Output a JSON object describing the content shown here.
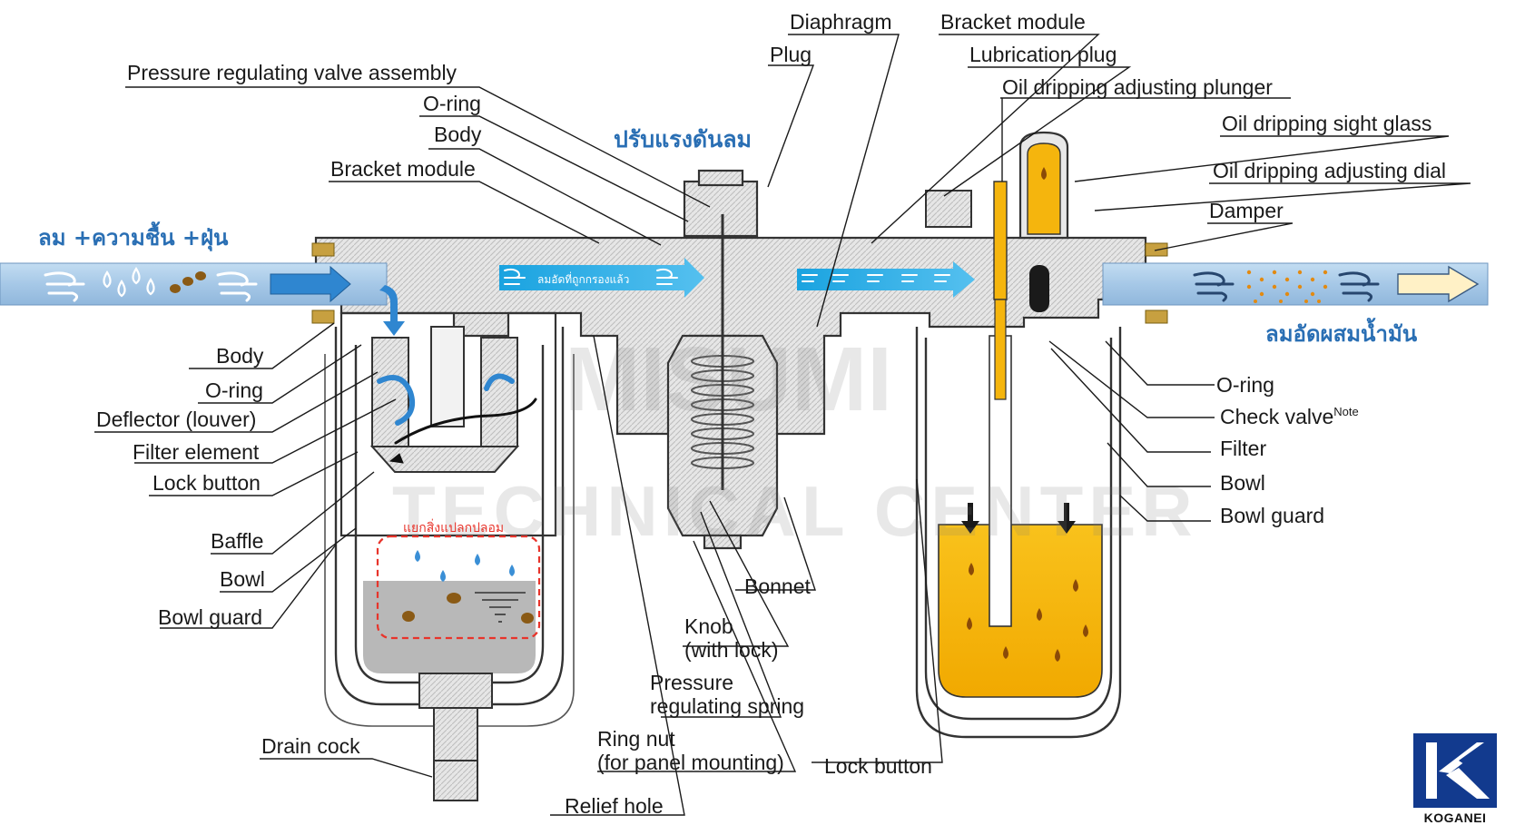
{
  "labels": {
    "pressure_regulating_valve_assembly": "Pressure regulating valve assembly",
    "o_ring_top": "O-ring",
    "body_top": "Body",
    "bracket_module_left": "Bracket module",
    "diaphragm": "Diaphragm",
    "plug": "Plug",
    "bracket_module_right": "Bracket module",
    "lubrication_plug": "Lubrication plug",
    "oil_dripping_adjusting_plunger": "Oil dripping adjusting plunger",
    "oil_dripping_sight_glass": "Oil dripping sight glass",
    "oil_dripping_adjusting_dial": "Oil dripping adjusting dial",
    "damper": "Damper",
    "body_left": "Body",
    "o_ring_left": "O-ring",
    "deflector_louver": "Deflector (louver)",
    "filter_element": "Filter element",
    "lock_button_left": "Lock button",
    "baffle": "Baffle",
    "bowl_left": "Bowl",
    "bowl_guard_left": "Bowl guard",
    "drain_cock": "Drain cock",
    "bonnet": "Bonnet",
    "knob_line1": "Knob",
    "knob_line2": "(with lock)",
    "pressure_regulating_spring_line1": "Pressure",
    "pressure_regulating_spring_line2": "regulating spring",
    "ring_nut_line1": "Ring nut",
    "ring_nut_line2": "(for panel mounting)",
    "relief_hole": "Relief hole",
    "lock_button_right": "Lock button",
    "o_ring_right": "O-ring",
    "check_valve": "Check valve",
    "check_valve_note": "Note",
    "filter_right": "Filter",
    "bowl_right": "Bowl",
    "bowl_guard_right": "Bowl guard"
  },
  "thai": {
    "inlet_air": "ลม +ความชื้น +ฝุ่น",
    "regulate_pressure": "ปรับแรงดันลม",
    "filtered_air": "ลมอัดที่ถูกกรองแล้ว",
    "outlet_air": "ลมอัดผสมน้ำมัน",
    "separate_contaminants": "แยกสิ่งแปลกปลอม"
  },
  "watermark": {
    "line1": "MISUMI",
    "line2": "TECHNICAL CENTER"
  },
  "logo": {
    "name": "KOGANEI"
  },
  "colors": {
    "air_pipe": "#a9cbe9",
    "air_arrow": "#2f86d0",
    "oil": "#f5b50d",
    "brass": "#c7a040",
    "flow_band": "#29a8e3",
    "label_blue": "#2a6fb4",
    "logo_blue": "#123a8e"
  }
}
